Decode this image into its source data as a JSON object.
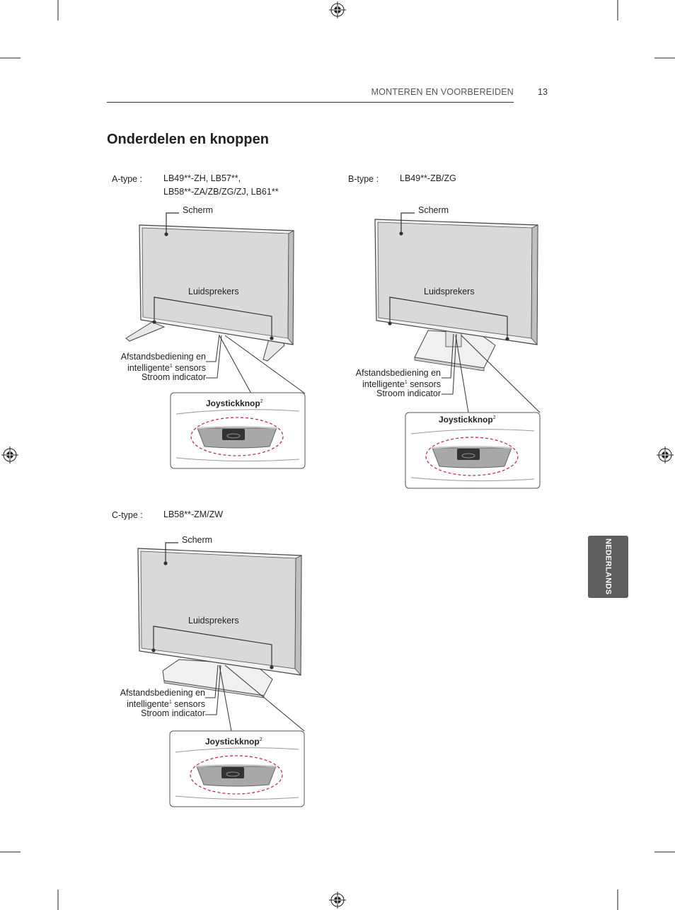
{
  "header": {
    "section_title": "MONTEREN EN VOORBEREIDEN",
    "page_number": "13"
  },
  "title": "Onderdelen en knoppen",
  "side_tab": {
    "language": "NEDERLANDS"
  },
  "diagrams": {
    "a": {
      "type_label": "A-type :",
      "models_line1": "LB49**-ZH, LB57**,",
      "models_line2": "LB58**-ZA/ZB/ZG/ZJ, LB61**",
      "screen": "Scherm",
      "speakers": "Luidsprekers",
      "remote_line1": "Afstandsbediening en",
      "remote_line2": "intelligente",
      "remote_sup": "1",
      "remote_line2b": " sensors",
      "power_indicator": "Stroom indicator",
      "joystick": "Joystickknop",
      "joystick_sup": "2"
    },
    "b": {
      "type_label": "B-type :",
      "models_line1": "LB49**-ZB/ZG",
      "screen": "Scherm",
      "speakers": "Luidsprekers",
      "remote_line1": "Afstandsbediening en",
      "remote_line2": "intelligente",
      "remote_sup": "1",
      "remote_line2b": " sensors",
      "power_indicator": "Stroom indicator",
      "joystick": "Joystickknop",
      "joystick_sup": "2"
    },
    "c": {
      "type_label": "C-type :",
      "models_line1": "LB58**-ZM/ZW",
      "screen": "Scherm",
      "speakers": "Luidsprekers",
      "remote_line1": "Afstandsbediening en",
      "remote_line2": "intelligente",
      "remote_sup": "1",
      "remote_line2b": " sensors",
      "power_indicator": "Stroom indicator",
      "joystick": "Joystickknop",
      "joystick_sup": "2"
    }
  }
}
